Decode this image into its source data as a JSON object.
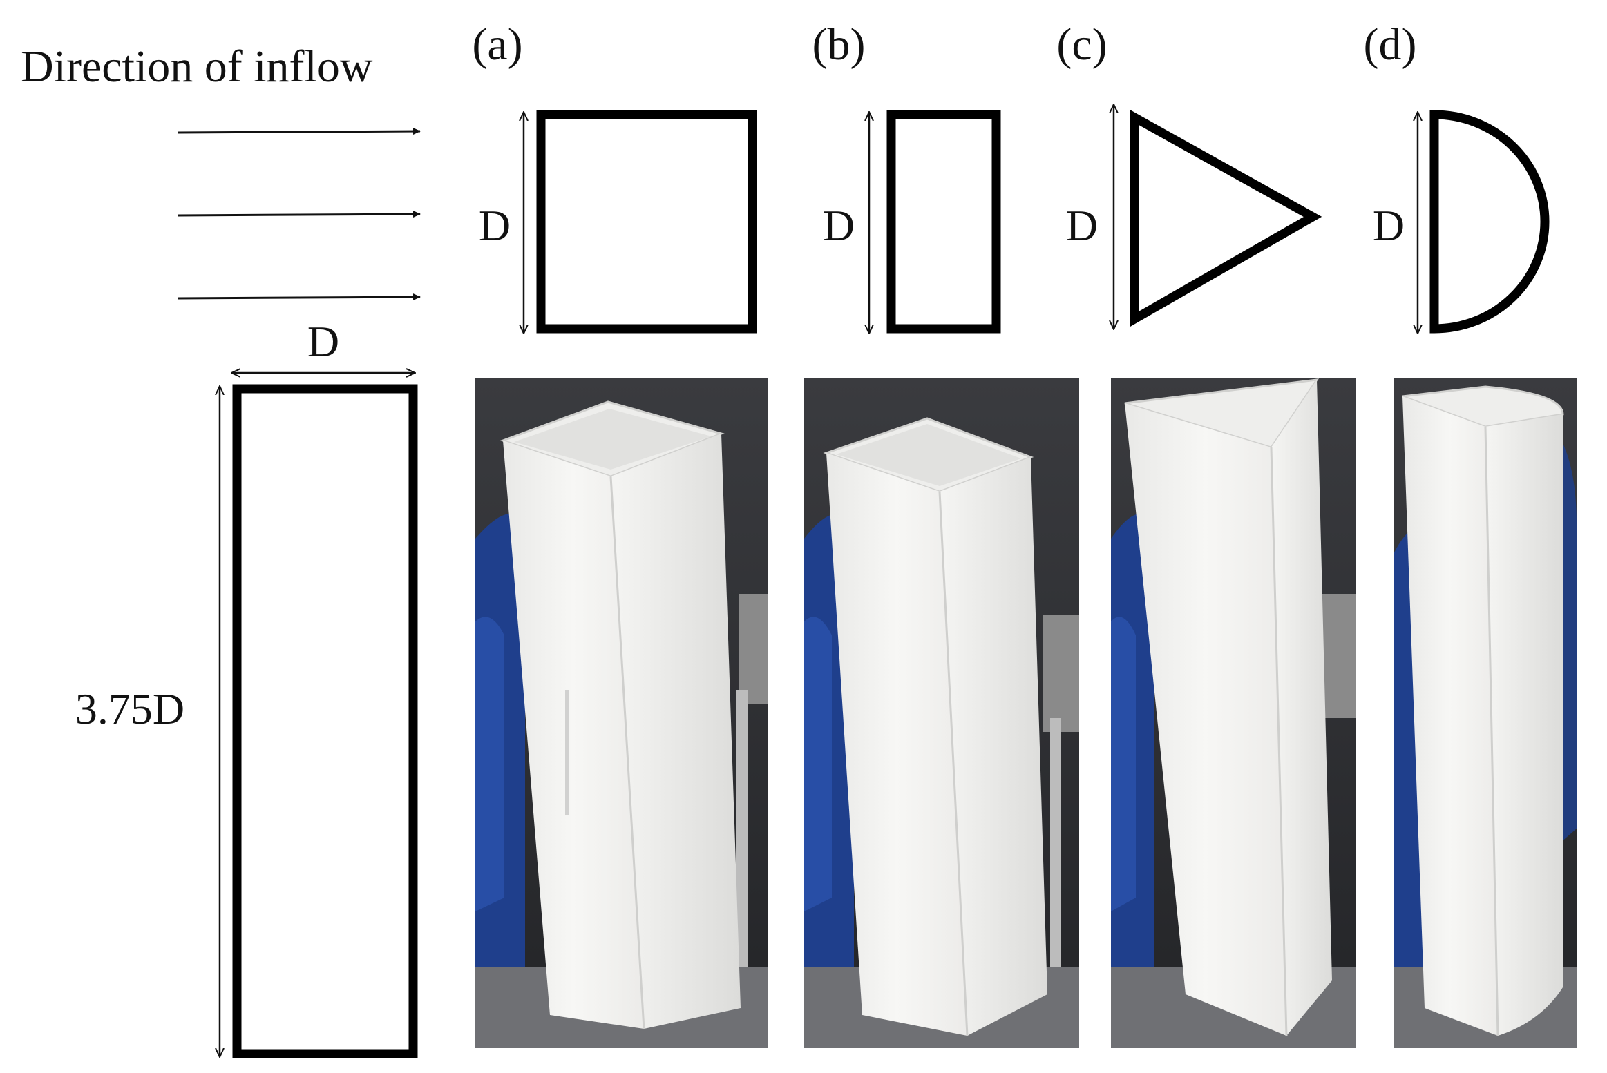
{
  "inflow_label": "Direction of inflow",
  "side_view": {
    "width_label": "D",
    "height_label": "3.75D"
  },
  "panels": [
    {
      "id": "a",
      "label": "(a)",
      "dimension_label": "D",
      "shape": "square"
    },
    {
      "id": "b",
      "label": "(b)",
      "dimension_label": "D",
      "shape": "rectangle"
    },
    {
      "id": "c",
      "label": "(c)",
      "dimension_label": "D",
      "shape": "triangle"
    },
    {
      "id": "d",
      "label": "(d)",
      "dimension_label": "D",
      "shape": "semicircle"
    }
  ],
  "colors": {
    "stroke": "#000000",
    "photo_background": "#2b2d31",
    "photo_blue": "#1f3f8c",
    "model_white": "#f4f4f2"
  }
}
